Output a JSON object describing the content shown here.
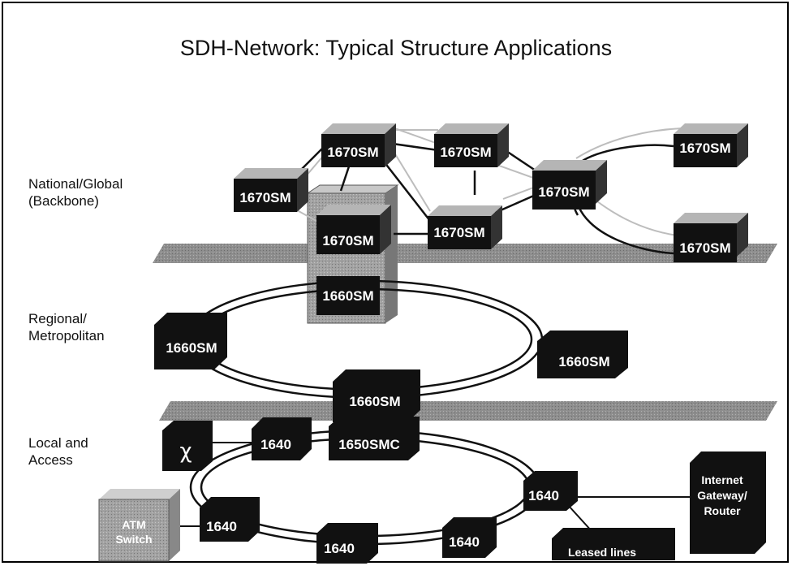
{
  "title": "SDH-Network: Typical Structure Applications",
  "layers": {
    "national_line1": "National/Global",
    "national_line2": "(Backbone)",
    "regional_line1": "Regional/",
    "regional_line2": "Metropolitan",
    "local_line1": "Local and",
    "local_line2": "Access"
  },
  "nodes": {
    "n1670_top_left": "1670SM",
    "n1670_top_mid": "1670SM",
    "n1670_top_right": "1670SM",
    "n1670_left": "1670SM",
    "n1670_center_right": "1670SM",
    "n1670_mid": "1670SM",
    "n1670_stacked": "1670SM",
    "n1670_bottom_right": "1670SM",
    "n1660_stacked": "1660SM",
    "n1660_left": "1660SM",
    "n1660_right": "1660SM",
    "n1660_bottom": "1660SM",
    "n1650": "1650SMC",
    "n1640_top": "1640",
    "n1640_right": "1640",
    "n1640_left": "1640",
    "n1640_bottom_mid": "1640",
    "n1640_bottom_right": "1640",
    "atm_line1": "ATM",
    "atm_line2": "Switch",
    "gw_line1": "Internet",
    "gw_line2": "Gateway/",
    "gw_line3": "Router",
    "leased": "Leased lines",
    "crossconnect_symbol": "χ"
  },
  "colors": {
    "node_front": "#111111",
    "node_top": "#b5b5b5",
    "plane": "#8e8e8e",
    "stack": "#9a9a9a"
  }
}
